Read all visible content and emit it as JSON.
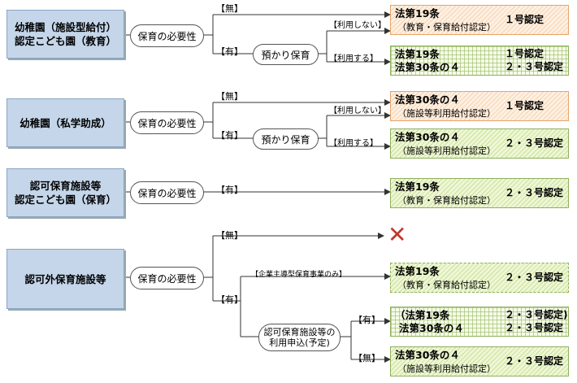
{
  "facilities": {
    "f1": {
      "line1": "幼稚園（施設型給付）",
      "line2": "認定こども園（教育）"
    },
    "f2": {
      "line1": "幼稚園（私学助成）"
    },
    "f3": {
      "line1": "認可保育施設等",
      "line2": "認定こども園（保育）"
    },
    "f4": {
      "line1": "認可外保育施設等"
    }
  },
  "ovals": {
    "need": "保育の必要性",
    "azukari": "預かり保育",
    "riyou_line1": "認可保育施設等の",
    "riyou_line2": "利用申込(予定)"
  },
  "labels": {
    "nai": "【無】",
    "ari": "【有】",
    "ari_hosoku": "【有】",
    "nai_short": "【無】",
    "riyou_shinai": "【利用しない】",
    "riyou_suru": "【利用する】",
    "kigyou": "【企業主導型保育事業のみ】"
  },
  "results": {
    "r1": {
      "law": "法第19条",
      "sub": "（教育・保育給付認定）",
      "cert": "１号認定"
    },
    "r2": {
      "law1": "法第19条",
      "law2": "法第30条の４",
      "cert1": "１号認定",
      "cert2": "２・３号認定"
    },
    "r3": {
      "law": "法第30条の４",
      "sub": "（施設等利用給付認定）",
      "cert": "１号認定"
    },
    "r4": {
      "law": "法第30条の４",
      "sub": "（施設等利用給付認定）",
      "cert": "２・３号認定"
    },
    "r5": {
      "law": "法第19条",
      "sub": "（教育・保育給付認定）",
      "cert": "２・３号認定"
    },
    "r6": {
      "law": "法第19条",
      "sub": "（教育・保育給付認定）",
      "cert": "２・３号認定"
    },
    "r7": {
      "law1": "（法第19条",
      "law2": "法第30条の４",
      "cert1": "２・３号認定)",
      "cert2": "２・３号認定"
    },
    "r8": {
      "law": "法第30条の４",
      "sub": "（施設等利用給付認定）",
      "cert": "２・３号認定"
    }
  },
  "marks": {
    "none": "✕"
  }
}
